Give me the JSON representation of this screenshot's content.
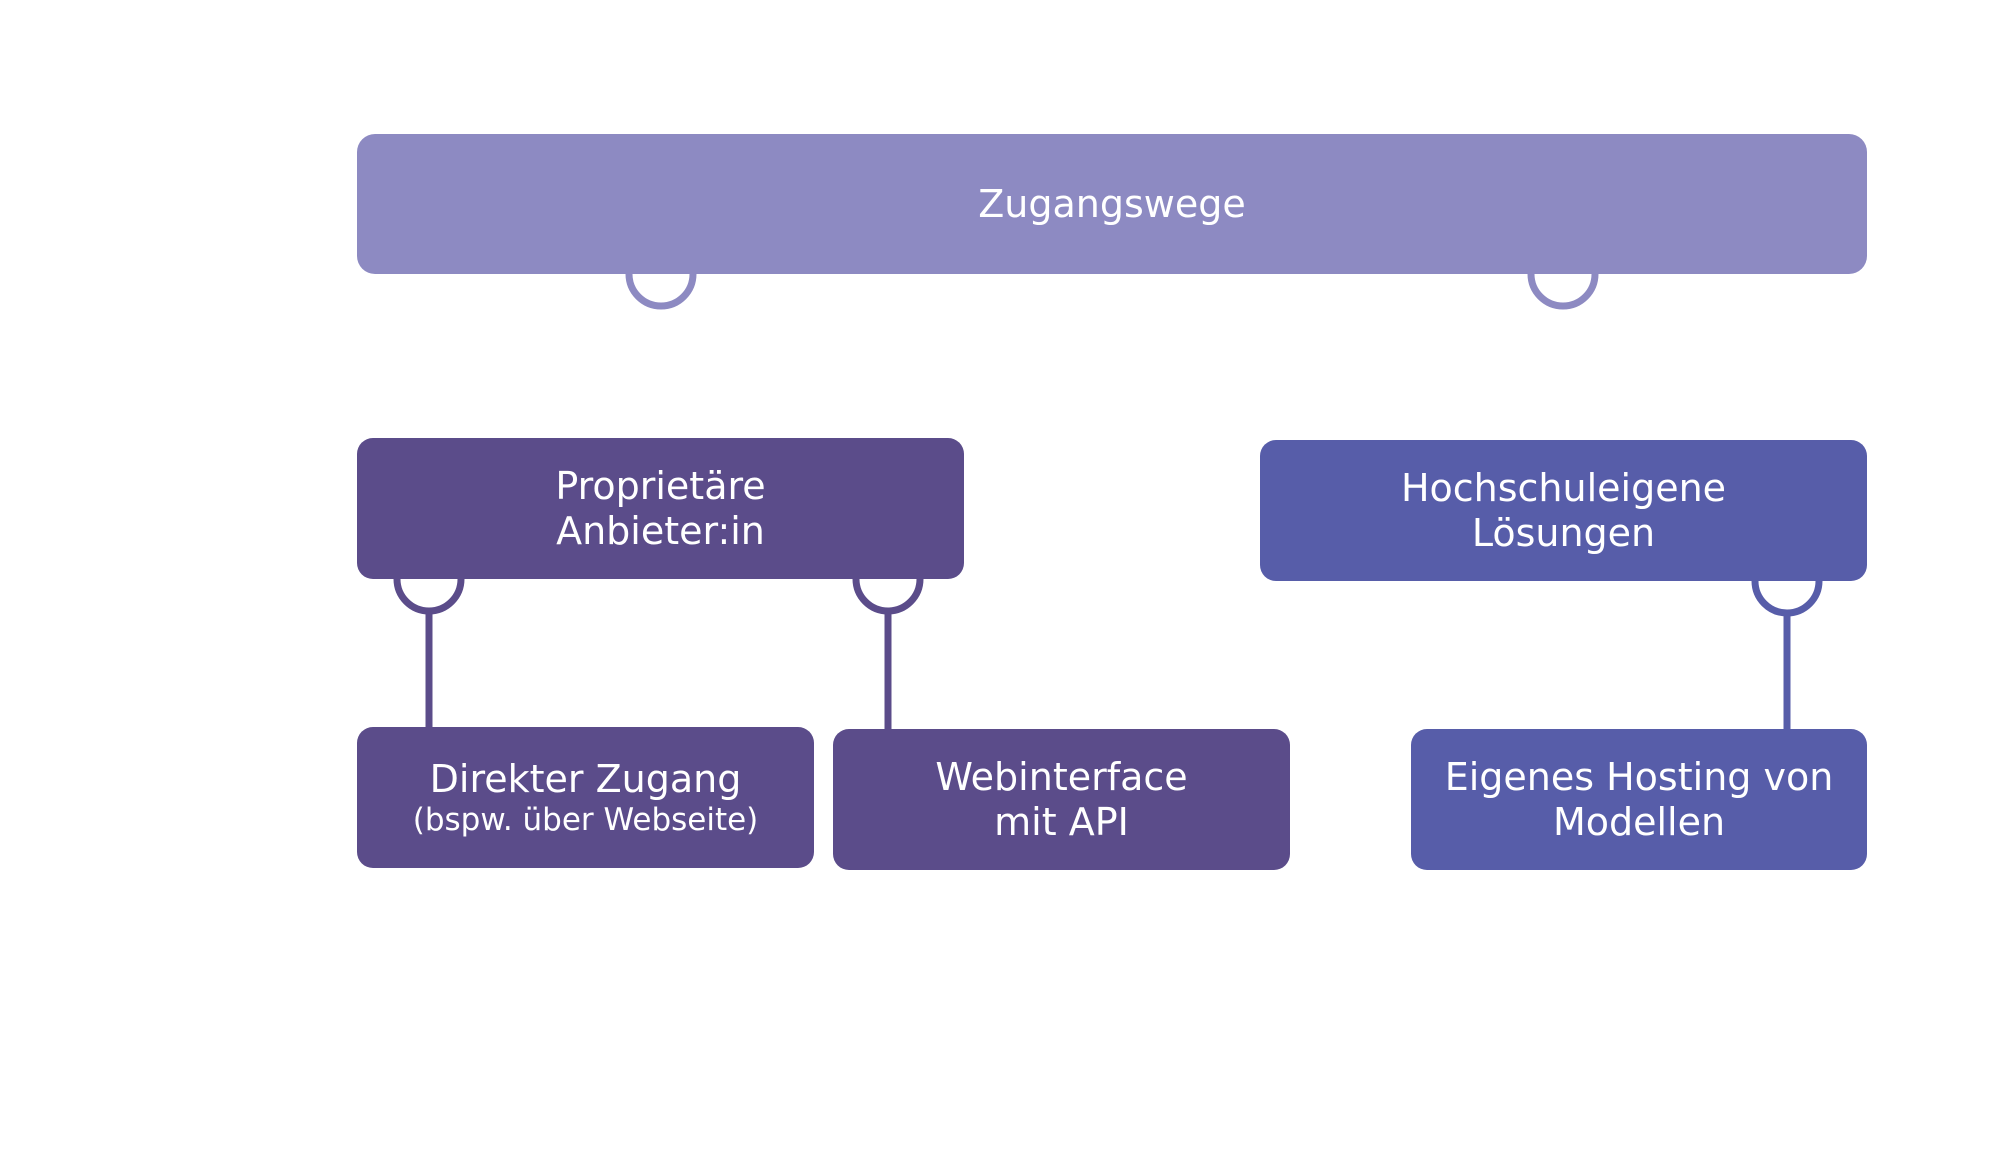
{
  "diagram": {
    "root": {
      "label": "Zugangswege"
    },
    "proprietary": {
      "line1": "Proprietäre",
      "line2": "Anbieter:in"
    },
    "own_solutions": {
      "line1": "Hochschuleigene",
      "line2": "Lösungen"
    },
    "direct_access": {
      "line1": "Direkter Zugang",
      "line2": "(bspw. über Webseite)"
    },
    "webinterface": {
      "line1": "Webinterface",
      "line2": "mit API"
    },
    "own_hosting": {
      "line1": "Eigenes Hosting von",
      "line2": "Modellen"
    }
  },
  "colors": {
    "root": "#8d8ac2",
    "proprietary_branch": "#5b4c8a",
    "own_branch": "#575da9",
    "background": "#ffffff",
    "text": "#ffffff"
  }
}
